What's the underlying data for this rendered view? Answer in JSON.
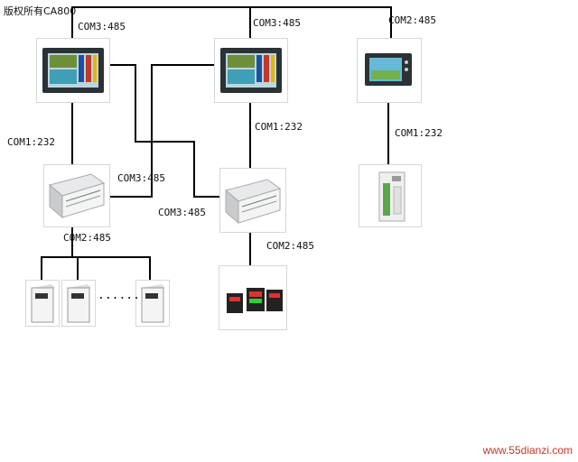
{
  "copyright": "版权所有CA800",
  "watermark": "www.55dianzi.com",
  "labels": {
    "hmi1_com3": "COM3:485",
    "hmi2_com3": "COM3:485",
    "hmi3_com2": "COM2:485",
    "plc1_com1": "COM1:232",
    "plc2_com1": "COM1:232",
    "plc3_com1": "COM1:232",
    "plc1_com3": "COM3:485",
    "plc2_com3": "COM3:485",
    "plc1_com2": "COM2:485",
    "plc2_com2": "COM2:485",
    "ellipsis": "......"
  },
  "devices": {
    "hmi1": "touch-screen-hmi",
    "hmi2": "touch-screen-hmi",
    "hmi3": "small-touch-screen-hmi",
    "plc1": "plc-controller",
    "plc2": "plc-controller",
    "plc3": "slim-plc-controller",
    "inverters": "frequency-inverter",
    "temp_controllers": "temperature-controllers"
  },
  "colors": {
    "line": "#000000",
    "hmi_bezel": "#2b3236",
    "hmi_screen": "#3f9fb6",
    "watermark": "#c0392b"
  }
}
